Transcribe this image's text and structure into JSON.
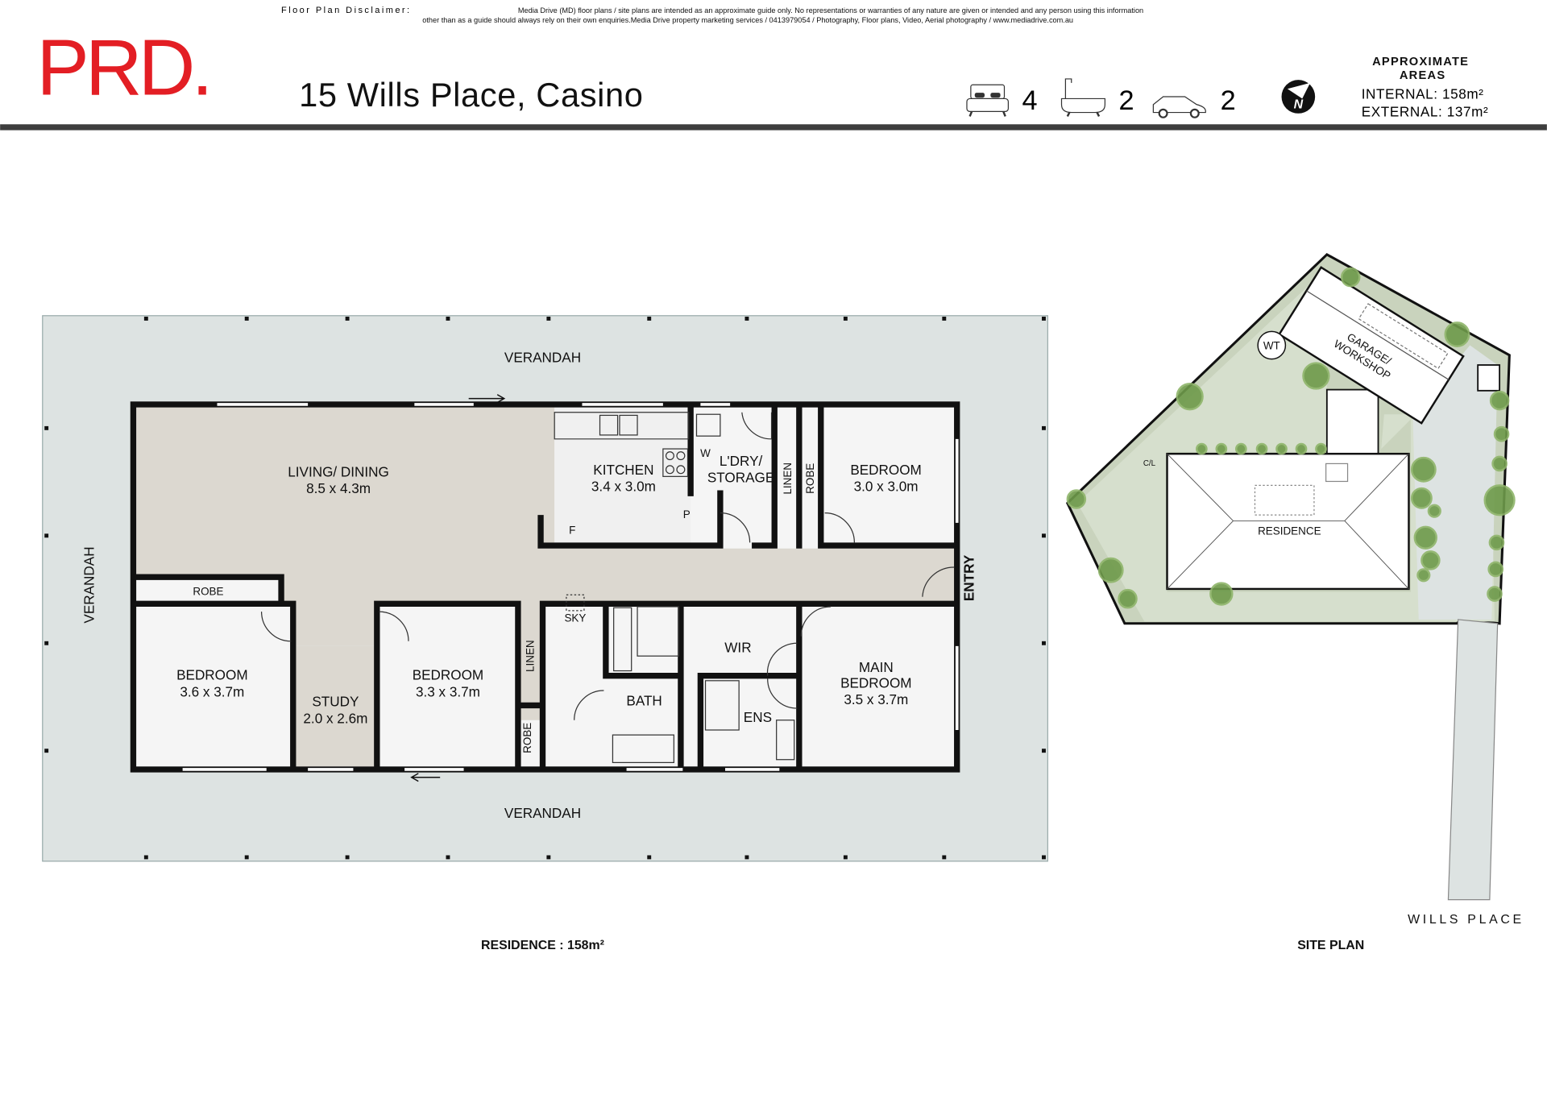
{
  "header": {
    "brand": "PRD.",
    "brand_color": "#e31e24",
    "disclaimer_title": "Floor Plan Disclaimer:",
    "disclaimer_line1": "Media Drive (MD) floor plans / site plans are intended as an approximate guide only.  No representations or warranties of any nature are given or intended and any person using this information",
    "disclaimer_line2": "other than as a guide should always rely on their own enquiries.Media Drive property marketing services / 0413979054 / Photography, Floor plans,  Video, Aerial photography / www.mediadrive.com.au",
    "address": "15 Wills Place, Casino",
    "features": [
      {
        "icon": "bed-icon",
        "count": "4"
      },
      {
        "icon": "bath-icon",
        "count": "2"
      },
      {
        "icon": "car-icon",
        "count": "2"
      }
    ],
    "compass": "N",
    "areas_title_1": "APPROXIMATE",
    "areas_title_2": "AREAS",
    "internal": "INTERNAL:  158m²",
    "external": "EXTERNAL: 137m²"
  },
  "floor_plan": {
    "verandah_top": "VERANDAH",
    "verandah_left": "VERANDAH",
    "verandah_bottom": "VERANDAH",
    "entry": "ENTRY",
    "rooms": {
      "living_name": "LIVING/ DINING",
      "living_size": "8.5 x 4.3m",
      "kitchen_name": "KITCHEN",
      "kitchen_size": "3.4 x 3.0m",
      "laundry_1": "L'DRY/",
      "laundry_2": "STORAGE",
      "w": "W",
      "p": "P",
      "f": "F",
      "linen_top": "LINEN",
      "robe_top": "ROBE",
      "bed_ne_name": "BEDROOM",
      "bed_ne_size": "3.0 x 3.0m",
      "robe_left": "ROBE",
      "bed_w_name": "BEDROOM",
      "bed_w_size": "3.6 x 3.7m",
      "study_name": "STUDY",
      "study_size": "2.0 x 2.6m",
      "bed_mid_name": "BEDROOM",
      "bed_mid_size": "3.3 x 3.7m",
      "linen_mid": "LINEN",
      "robe_mid": "ROBE",
      "sky": "SKY",
      "bath": "BATH",
      "wir": "WIR",
      "ens": "ENS",
      "main_1": "MAIN",
      "main_2": "BEDROOM",
      "main_size": "3.5 x 3.7m"
    },
    "caption": "RESIDENCE : 158m²"
  },
  "site_plan": {
    "wt": "WT",
    "garage_1": "GARAGE/",
    "garage_2": "WORKSHOP",
    "cl": "C/L",
    "residence": "RESIDENCE",
    "street": "WILLS PLACE",
    "caption": "SITE PLAN"
  }
}
